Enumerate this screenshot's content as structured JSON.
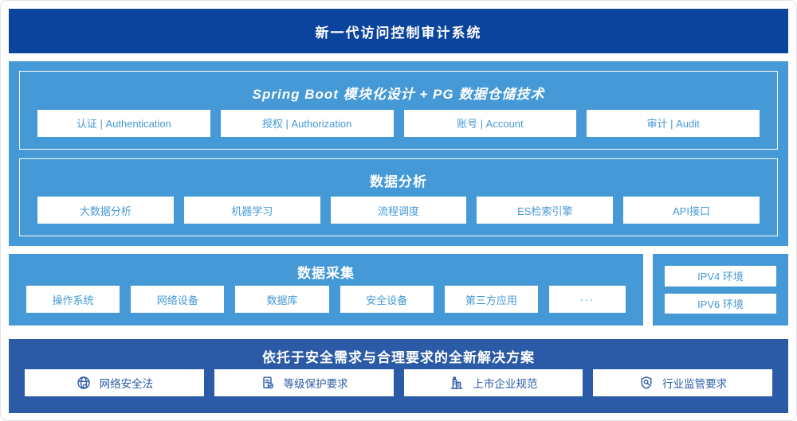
{
  "banner": {
    "title": "新一代访问控制审计系统"
  },
  "platform": {
    "modules": {
      "title": "Spring Boot 模块化设计 + PG 数据仓储技术",
      "items": [
        "认证 | Authentication",
        "授权 | Authorization",
        "账号 | Account",
        "审计 | Audit"
      ]
    },
    "analysis": {
      "title": "数据分析",
      "items": [
        "大数据分析",
        "机器学习",
        "流程调度",
        "ES检索引擎",
        "API接口"
      ]
    }
  },
  "collection": {
    "title": "数据采集",
    "items": [
      "操作系统",
      "网络设备",
      "数据库",
      "安全设备",
      "第三方应用",
      "···"
    ]
  },
  "network": {
    "items": [
      "IPV4 环境",
      "IPV6 环境"
    ]
  },
  "solution": {
    "title": "依托于安全需求与合理要求的全新解决方案",
    "items": [
      {
        "icon": "globe-icon",
        "label": "网络安全法"
      },
      {
        "icon": "document-check-icon",
        "label": "等级保护要求"
      },
      {
        "icon": "building-icon",
        "label": "上市企业规范"
      },
      {
        "icon": "shield-search-icon",
        "label": "行业监管要求"
      }
    ]
  },
  "colors": {
    "banner_blue": "#0a449c",
    "light_blue": "#4599d6",
    "solution_blue": "#2b5aa6",
    "box_background": "#ffffff"
  }
}
